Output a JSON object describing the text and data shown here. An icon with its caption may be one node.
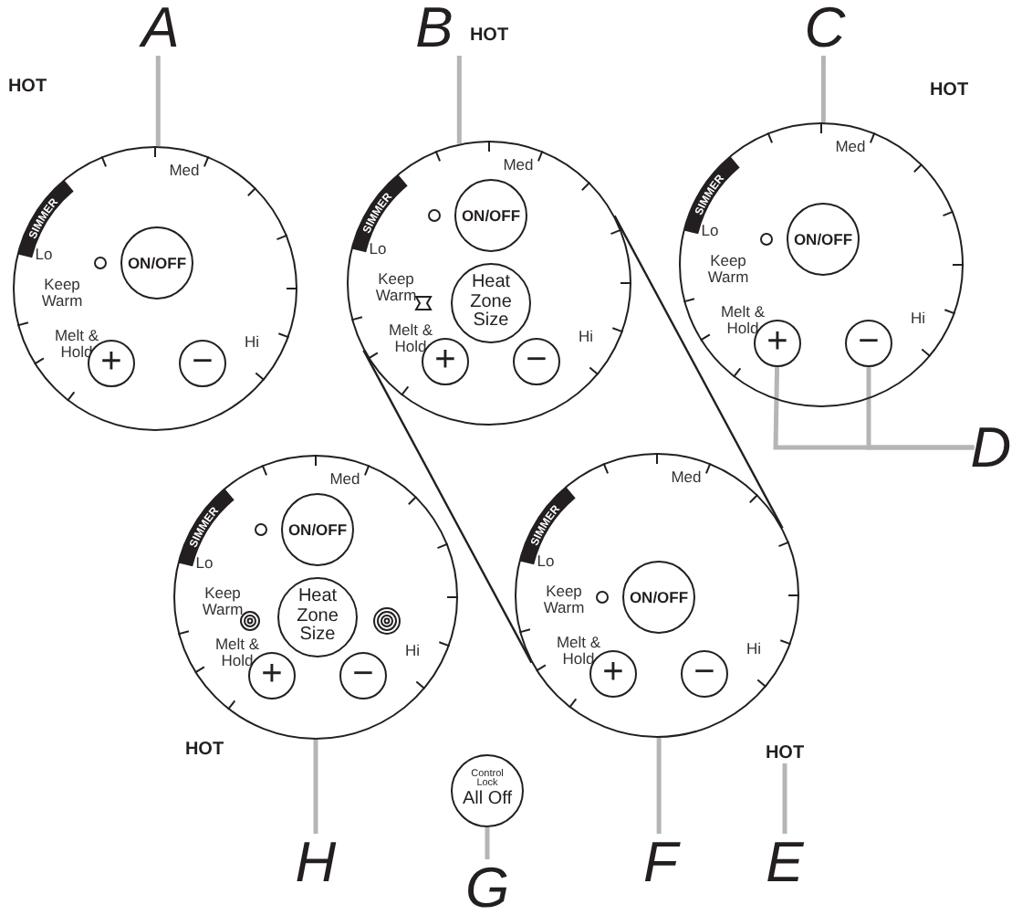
{
  "diagram": {
    "nodes": [
      {
        "text": [
          "A"
        ]
      },
      {
        "text": [
          "B"
        ]
      },
      {
        "text": [
          "C"
        ]
      },
      {
        "text": [
          "SIMMER",
          "Med",
          "Lo",
          "Keep Warm",
          "Melt & Hold",
          "Hi"
        ]
      },
      {
        "text": [
          "ON/OFF"
        ],
        "in": 3
      },
      {
        "text": [
          "+"
        ],
        "in": 3
      },
      {
        "text": [
          "−"
        ],
        "in": 3
      },
      {
        "text": [
          "SIMMER",
          "Med",
          "Lo",
          "Keep Warm",
          "Melt & Hold",
          "Hi"
        ]
      },
      {
        "text": [
          "ON/OFF"
        ],
        "in": 7
      },
      {
        "text": [
          "Heat Zone Size"
        ],
        "in": 7
      },
      {
        "text": [
          "+"
        ],
        "in": 7
      },
      {
        "text": [
          "−"
        ],
        "in": 7
      },
      {
        "text": [
          "SIMMER",
          "Med",
          "Lo",
          "Keep Warm",
          "Melt & Hold",
          "Hi"
        ]
      },
      {
        "text": [
          "ON/OFF"
        ],
        "in": 12
      },
      {
        "text": [
          "+"
        ],
        "in": 12
      },
      {
        "text": [
          "−"
        ],
        "in": 12
      },
      {
        "text": [
          "D"
        ]
      },
      {
        "text": [
          "SIMMER",
          "Med",
          "Lo",
          "Keep Warm",
          "Melt & Hold",
          "Hi"
        ]
      },
      {
        "text": [
          "ON/OFF"
        ],
        "in": 17
      },
      {
        "text": [
          "Heat Zone Size"
        ],
        "in": 17
      },
      {
        "text": [
          "+"
        ],
        "in": 17
      },
      {
        "text": [
          "−"
        ],
        "in": 17
      },
      {
        "text": [
          "SIMMER",
          "Med",
          "Lo",
          "Keep Warm",
          "Melt & Hold",
          "Hi"
        ]
      },
      {
        "text": [
          "ON/OFF"
        ],
        "in": 22
      },
      {
        "text": [
          "+"
        ],
        "in": 22
      },
      {
        "text": [
          "−"
        ],
        "in": 22
      },
      {
        "text": [
          "HOT"
        ]
      },
      {
        "text": [
          "Control Lock",
          "All Off"
        ]
      },
      {
        "text": [
          "H"
        ]
      },
      {
        "text": [
          "G"
        ]
      },
      {
        "text": [
          "F"
        ]
      },
      {
        "text": [
          "E"
        ]
      }
    ],
    "edges": [
      {
        "from": 0,
        "to": 3,
        "arrow": "none"
      },
      {
        "from": 1,
        "to": 7,
        "arrow": "none"
      },
      {
        "from": 2,
        "to": 12,
        "arrow": "none"
      },
      {
        "from": 16,
        "to": 14,
        "arrow": "none"
      },
      {
        "from": 16,
        "to": 15,
        "arrow": "none"
      },
      {
        "from": 7,
        "to": 22,
        "arrow": "none",
        "color": "#231f20"
      },
      {
        "from": 7,
        "to": 22,
        "arrow": "none",
        "color": "#231f20"
      },
      {
        "from": 28,
        "to": 17,
        "arrow": "none"
      },
      {
        "from": 29,
        "to": 27,
        "arrow": "none"
      },
      {
        "from": 30,
        "to": 22,
        "arrow": "none"
      },
      {
        "from": 31,
        "to": 26,
        "arrow": "none"
      }
    ],
    "labels": [
      "HOT",
      "HOT",
      "HOT",
      "HOT"
    ]
  }
}
